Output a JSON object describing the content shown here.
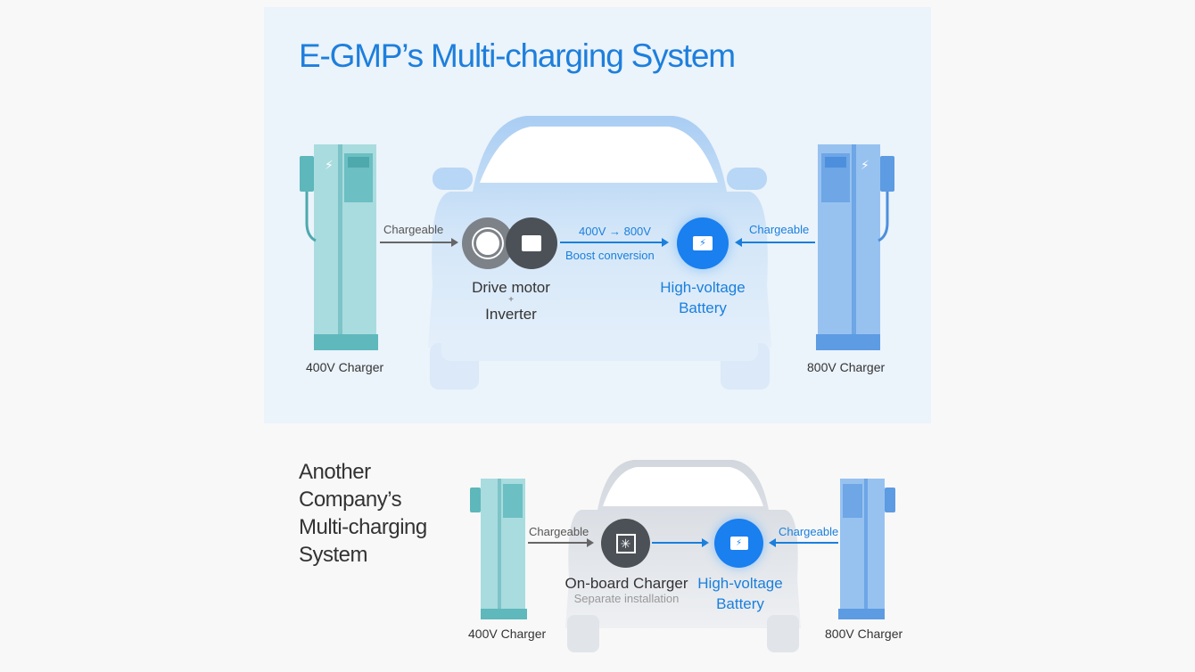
{
  "top": {
    "title": "E-GMP’s Multi-charging System",
    "left_charger": "400V Charger",
    "right_charger": "800V Charger",
    "left_chargeable": "Chargeable",
    "right_chargeable": "Chargeable",
    "motor_line1": "Drive motor",
    "motor_plus": "+",
    "motor_line2": "Inverter",
    "boost_voltage": "400V → 800V",
    "boost_label": "Boost conversion",
    "battery_line1": "High-voltage",
    "battery_line2": "Battery"
  },
  "bottom": {
    "title": "Another Company’s Multi-charging System",
    "left_charger": "400V Charger",
    "right_charger": "800V Charger",
    "left_chargeable": "Chargeable",
    "right_chargeable": "Chargeable",
    "obc_label": "On-board Charger",
    "obc_sub": "Separate installation",
    "battery_line1": "High-voltage",
    "battery_line2": "Battery"
  },
  "colors": {
    "accent": "#1a7fdc",
    "teal": "#8fd0d3",
    "blue_charger": "#7fb4ec",
    "dark": "#4a4f55"
  }
}
